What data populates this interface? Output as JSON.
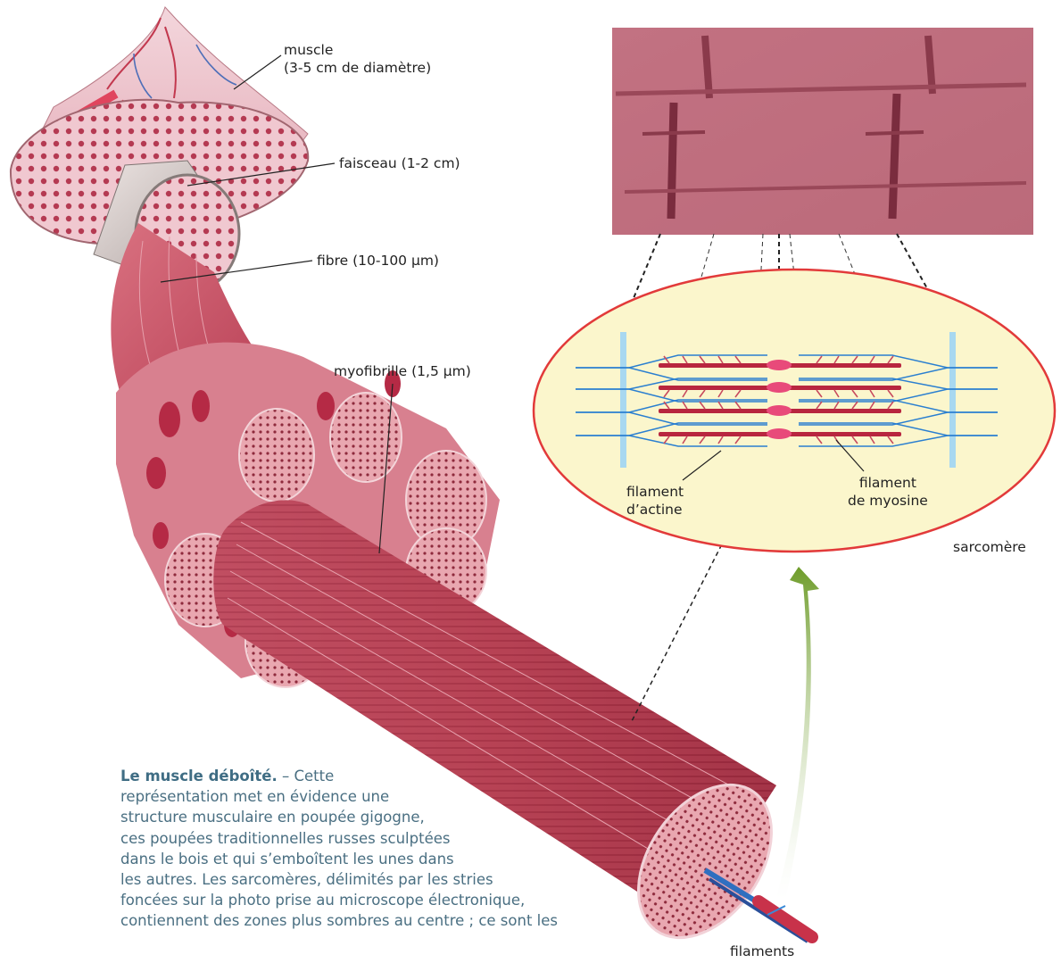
{
  "labels": {
    "muscle_line1": "muscle",
    "muscle_line2": "(3-5 cm de diamètre)",
    "faisceau": "faisceau (1-2 cm)",
    "fibre": "fibre (10-100 µm)",
    "myofibrille": "myofibrille (1,5 µm)",
    "actine_line1": "filament",
    "actine_line2": "d’actine",
    "myosine_line1": "filament",
    "myosine_line2": "de myosine",
    "sarcomere": "sarcomère",
    "filaments": "filaments"
  },
  "caption": {
    "title": "Le muscle déboîté.",
    "dash": " – Cette",
    "lines": [
      "représentation met en évidence une",
      "structure musculaire en poupée gigogne,",
      "ces poupées traditionnelles russes sculptées",
      "dans le bois et qui s’emboîtent les unes dans",
      "les autres. Les sarcomères, délimités par les stries",
      "foncées sur la photo prise au microscope électronique,",
      "contiennent des zones plus sombres au centre ; ce sont les"
    ]
  },
  "colors": {
    "muscle_red": "#c8445c",
    "muscle_dark": "#8e1f35",
    "sarcomere_fill": "#fbf6cc",
    "sarcomere_border": "#e23a3a",
    "actin_blue": "#2a7fd0",
    "myosin_red": "#b8263f",
    "arrow_green": "#7aa834",
    "caption_text": "#4a6f82"
  }
}
